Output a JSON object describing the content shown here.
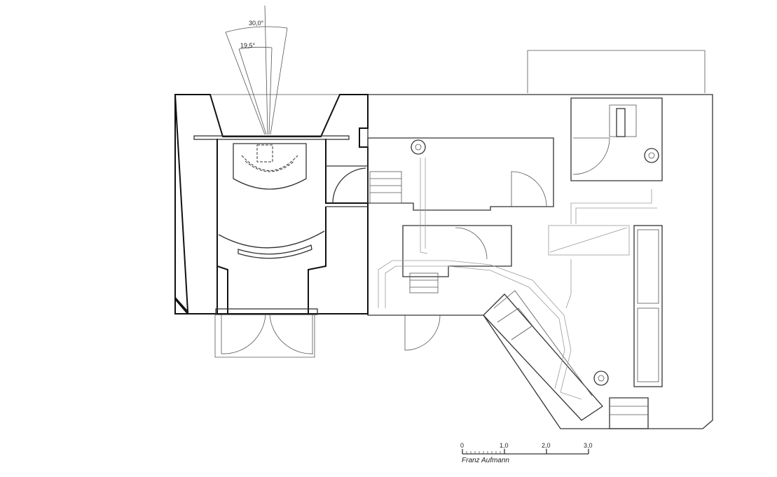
{
  "drawing": {
    "angles": {
      "outer": "30,0°",
      "inner": "19,5°"
    },
    "scale_bar": {
      "ticks": [
        "0",
        "1,0",
        "2,0",
        "3,0"
      ]
    },
    "author": "Franz Aufmann"
  }
}
